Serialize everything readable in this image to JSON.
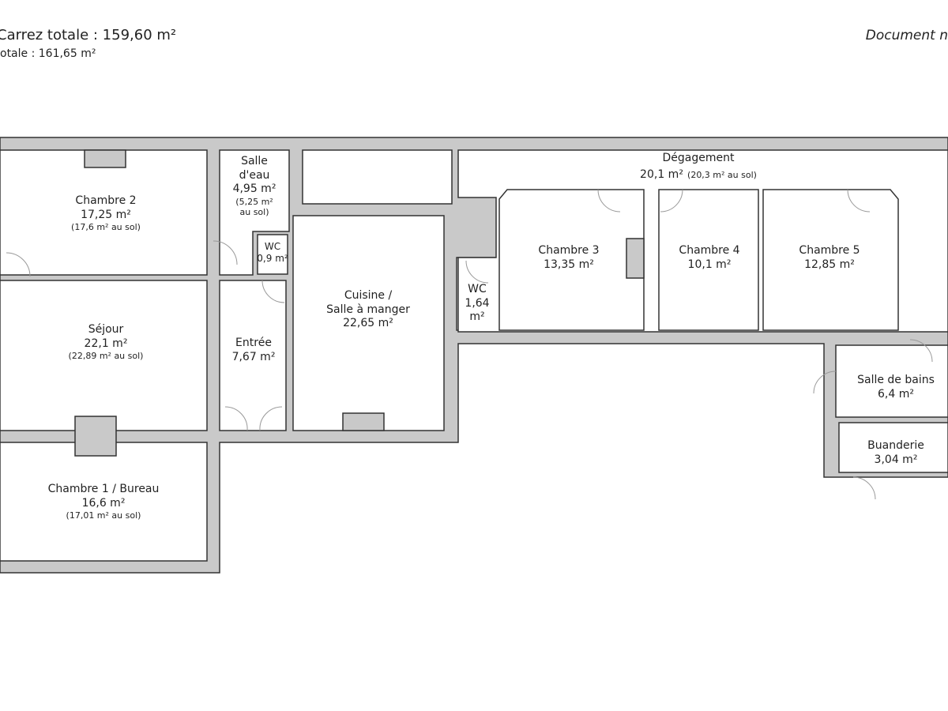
{
  "header": {
    "carrez_total": "Carrez totale :  159,60 m²",
    "surface_totale": "otale :  161,65 m²",
    "document_note": "Document n"
  },
  "rooms": [
    {
      "name": "Chambre 2",
      "area": "17,25 m²",
      "floor_area": "(17,6 m² au sol)"
    },
    {
      "name": "Séjour",
      "area": "22,1 m²",
      "floor_area": "(22,89 m² au sol)"
    },
    {
      "name": "Chambre 1 / Bureau",
      "area": "16,6 m²",
      "floor_area": "(17,01 m² au sol)"
    },
    {
      "name": "Salle",
      "name2": "d'eau",
      "area": "4,95 m²",
      "floor_area": "(5,25 m²",
      "floor_area2": "au sol)"
    },
    {
      "name": "WC",
      "area": "0,9 m²"
    },
    {
      "name": "Entrée",
      "area": "7,67 m²"
    },
    {
      "name": "Cuisine /",
      "name2": "Salle à manger",
      "area": "22,65 m²"
    },
    {
      "name": "WC",
      "area": "1,64",
      "area2": "m²"
    },
    {
      "name": "Dégagement",
      "area": "20,1 m²",
      "floor_area": "(20,3 m² au sol)"
    },
    {
      "name": "Chambre 3",
      "area": "13,35 m²"
    },
    {
      "name": "Chambre 4",
      "area": "10,1 m²"
    },
    {
      "name": "Chambre 5",
      "area": "12,85 m²"
    },
    {
      "name": "Salle de bains",
      "area": "6,4 m²"
    },
    {
      "name": "Buanderie",
      "area": "3,04 m²"
    }
  ]
}
